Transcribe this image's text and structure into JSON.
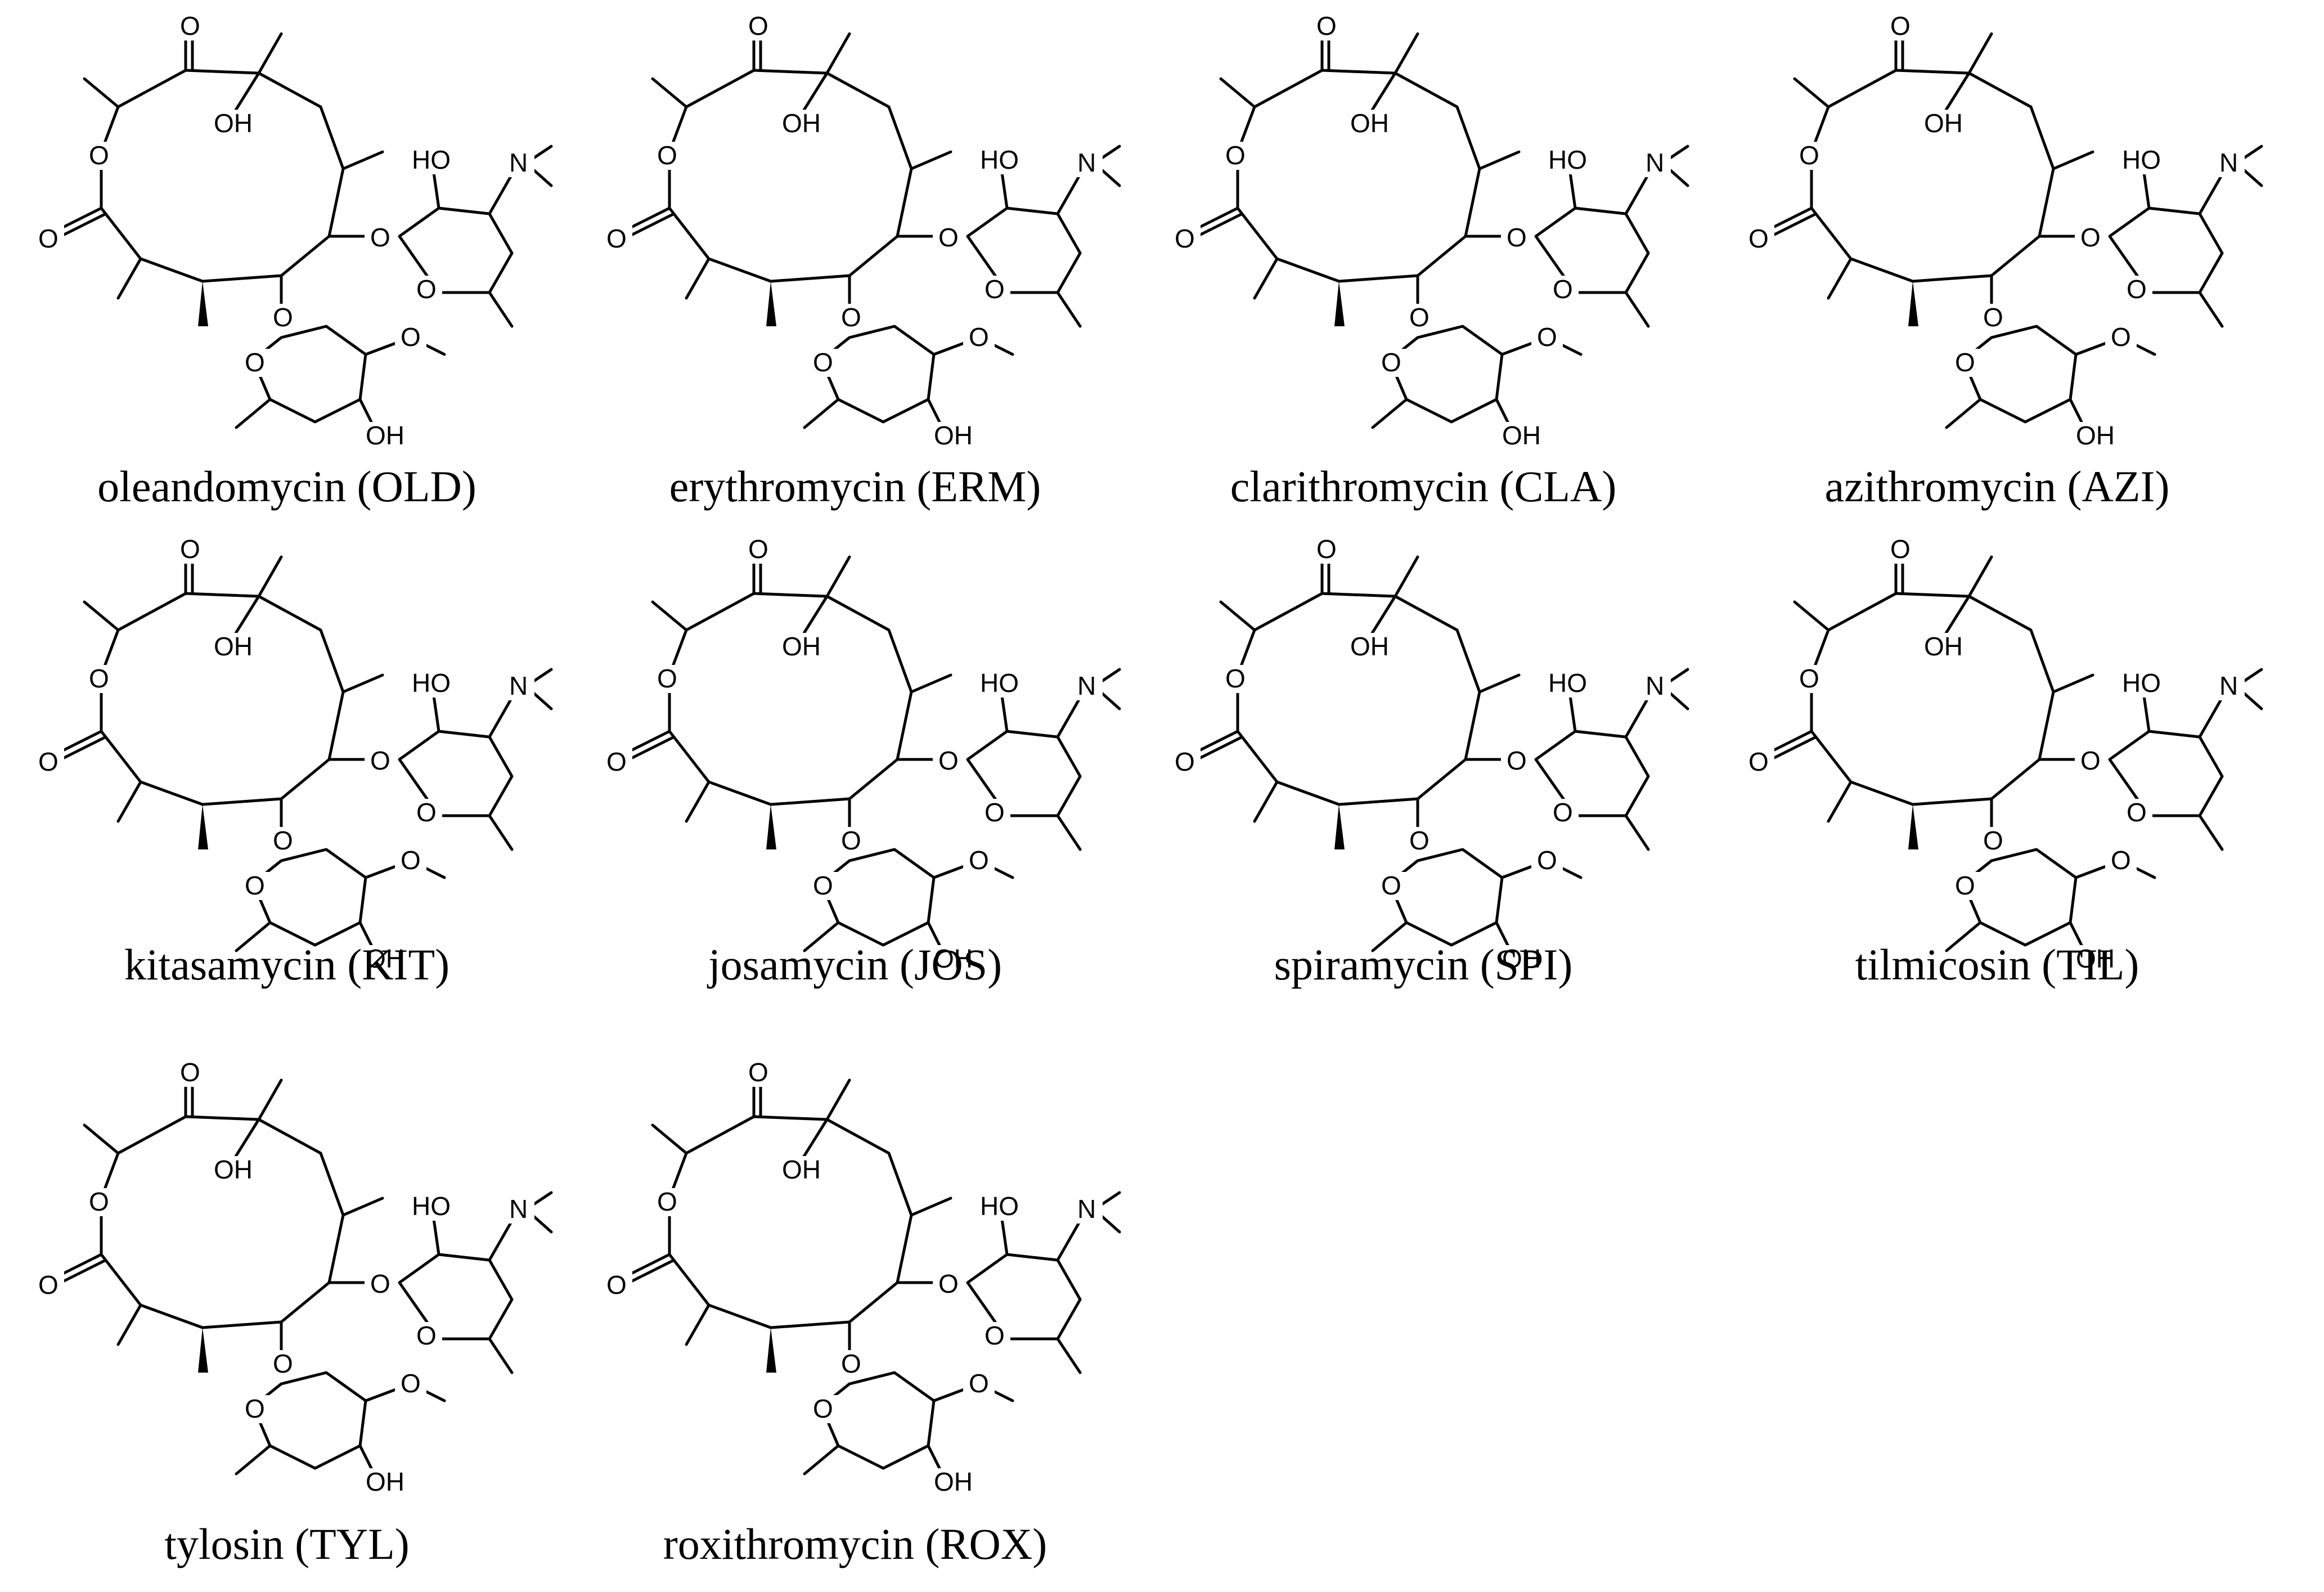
{
  "figure": {
    "compounds": [
      {
        "id": "old",
        "caption": "oleandomycin (OLD)"
      },
      {
        "id": "erm",
        "caption": "erythromycin (ERM)"
      },
      {
        "id": "cla",
        "caption": "clarithromycin (CLA)"
      },
      {
        "id": "azi",
        "caption": "azithromycin (AZI)"
      },
      {
        "id": "kit",
        "caption": "kitasamycin (KIT)"
      },
      {
        "id": "jos",
        "caption": "josamycin (JOS)"
      },
      {
        "id": "spi",
        "caption": "spiramycin (SPI)"
      },
      {
        "id": "til",
        "caption": "tilmicosin (TIL)"
      },
      {
        "id": "tyl",
        "caption": "tylosin (TYL)"
      },
      {
        "id": "rox",
        "caption": "roxithromycin (ROX)"
      }
    ]
  },
  "atoms": {
    "oh": "OH",
    "ho": "HO",
    "o": "O",
    "n": "N",
    "h": "H"
  }
}
